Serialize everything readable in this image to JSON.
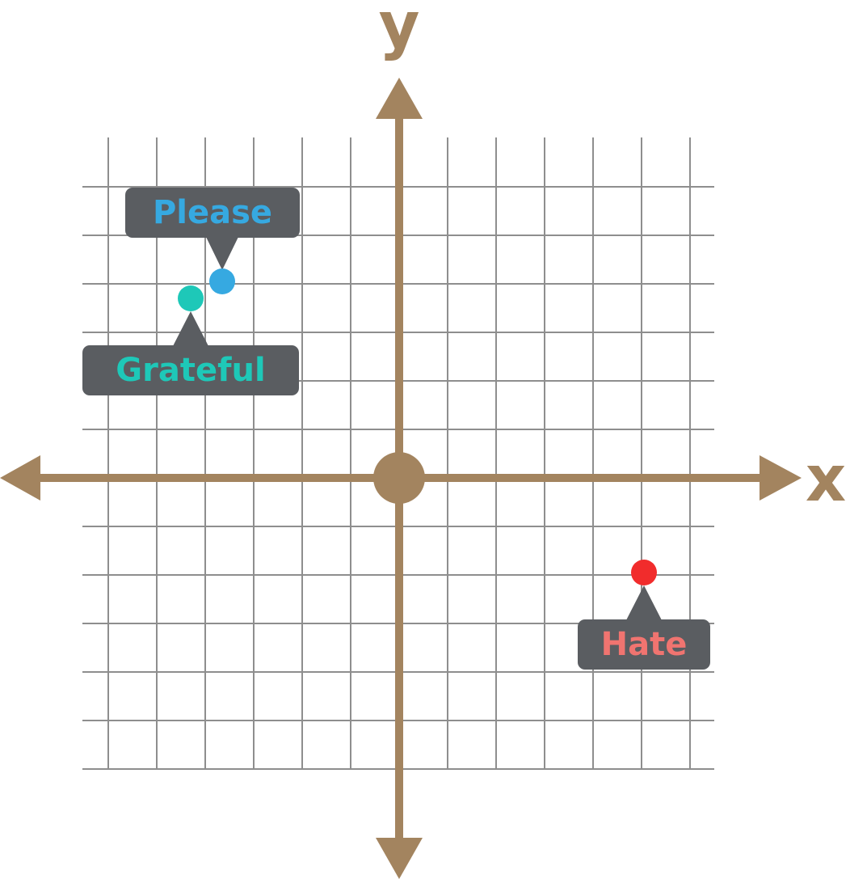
{
  "chart_data": {
    "type": "scatter",
    "xlabel": "x",
    "ylabel": "y",
    "xlim": [
      -6,
      6
    ],
    "ylim": [
      -6,
      6
    ],
    "grid": true,
    "points": [
      {
        "label": "Please",
        "x": -3.65,
        "y": 4.05,
        "color": "#36a9e1",
        "label_position": "above"
      },
      {
        "label": "Grateful",
        "x": -4.3,
        "y": 3.7,
        "color": "#1ec8b8",
        "label_position": "below"
      },
      {
        "label": "Hate",
        "x": 5.05,
        "y": -1.95,
        "color": "#f12c2c",
        "label_color": "#f07470",
        "label_position": "below"
      }
    ]
  },
  "colors": {
    "axis": "#a3845f",
    "grid": "#8e8e8e",
    "tooltip_bg": "#5a5d61"
  }
}
